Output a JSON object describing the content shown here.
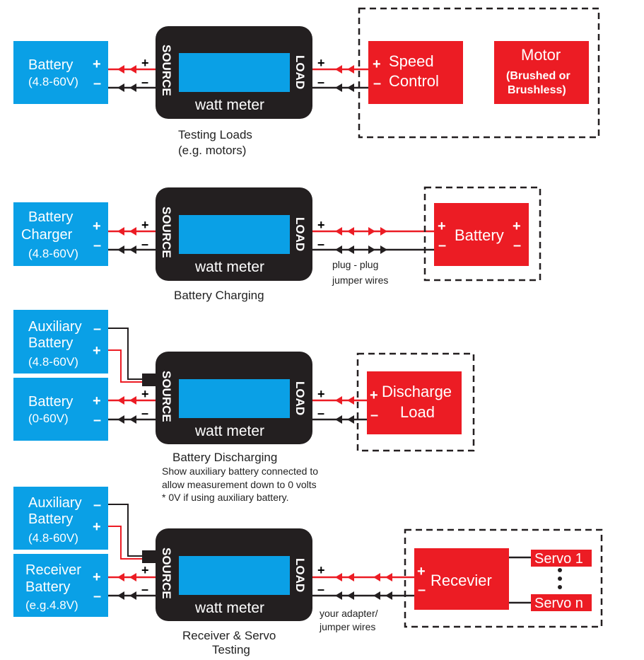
{
  "sections": [
    {
      "source_box": {
        "lines": [
          "Battery"
        ],
        "sub": "(4.8-60V)"
      },
      "meter": {
        "source_label": "SOURCE",
        "load_label": "LOAD",
        "name": "watt meter",
        "plus": "+",
        "minus": "–"
      },
      "load": {
        "title_lines": [
          "Speed",
          "Control"
        ],
        "extra_title": "Motor",
        "extra_sub": [
          "(Brushed or",
          "Brushless)"
        ]
      },
      "caption": [
        "Testing Loads",
        "(e.g. motors)"
      ]
    },
    {
      "source_box": {
        "lines": [
          "Battery",
          "Charger"
        ],
        "sub": "(4.8-60V)"
      },
      "meter": {
        "source_label": "SOURCE",
        "load_label": "LOAD",
        "name": "watt meter",
        "plus": "+",
        "minus": "–"
      },
      "load": {
        "title_lines": [
          "Battery"
        ]
      },
      "caption": [
        "Battery Charging"
      ],
      "wire_note": [
        "plug - plug",
        "jumper wires"
      ]
    },
    {
      "aux_box": {
        "lines": [
          "Auxiliary",
          "Battery"
        ],
        "sub": "(4.8-60V)"
      },
      "source_box": {
        "lines": [
          "Battery"
        ],
        "sub": "(0-60V)"
      },
      "meter": {
        "source_label": "SOURCE",
        "load_label": "LOAD",
        "name": "watt meter",
        "plus": "+",
        "minus": "–"
      },
      "load": {
        "title_lines": [
          "Discharge",
          "Load"
        ]
      },
      "caption": [
        "Battery Discharging"
      ],
      "note": [
        "Show auxiliary battery connected to",
        "allow measurement down to 0 volts",
        "* 0V if using auxiliary battery."
      ]
    },
    {
      "aux_box": {
        "lines": [
          "Auxiliary",
          "Battery"
        ],
        "sub": "(4.8-60V)"
      },
      "source_box": {
        "lines": [
          "Receiver",
          "Battery"
        ],
        "sub": "(e.g.4.8V)"
      },
      "meter": {
        "source_label": "SOURCE",
        "load_label": "LOAD",
        "name": "watt meter",
        "plus": "+",
        "minus": "–"
      },
      "load": {
        "title_lines": [
          "Recevier"
        ],
        "servo_1": "Servo 1",
        "servo_n": "Servo n"
      },
      "caption": [
        "Receiver & Servo",
        "Testing"
      ],
      "wire_note": [
        "your adapter/",
        "jumper wires"
      ]
    }
  ],
  "colors": {
    "blue": "#0aa0e6",
    "red": "#ec1c24",
    "meter_body": "#231f20",
    "screen": "#0aa0e6",
    "wire_positive": "#ec1c24",
    "wire_negative": "#231f20"
  }
}
